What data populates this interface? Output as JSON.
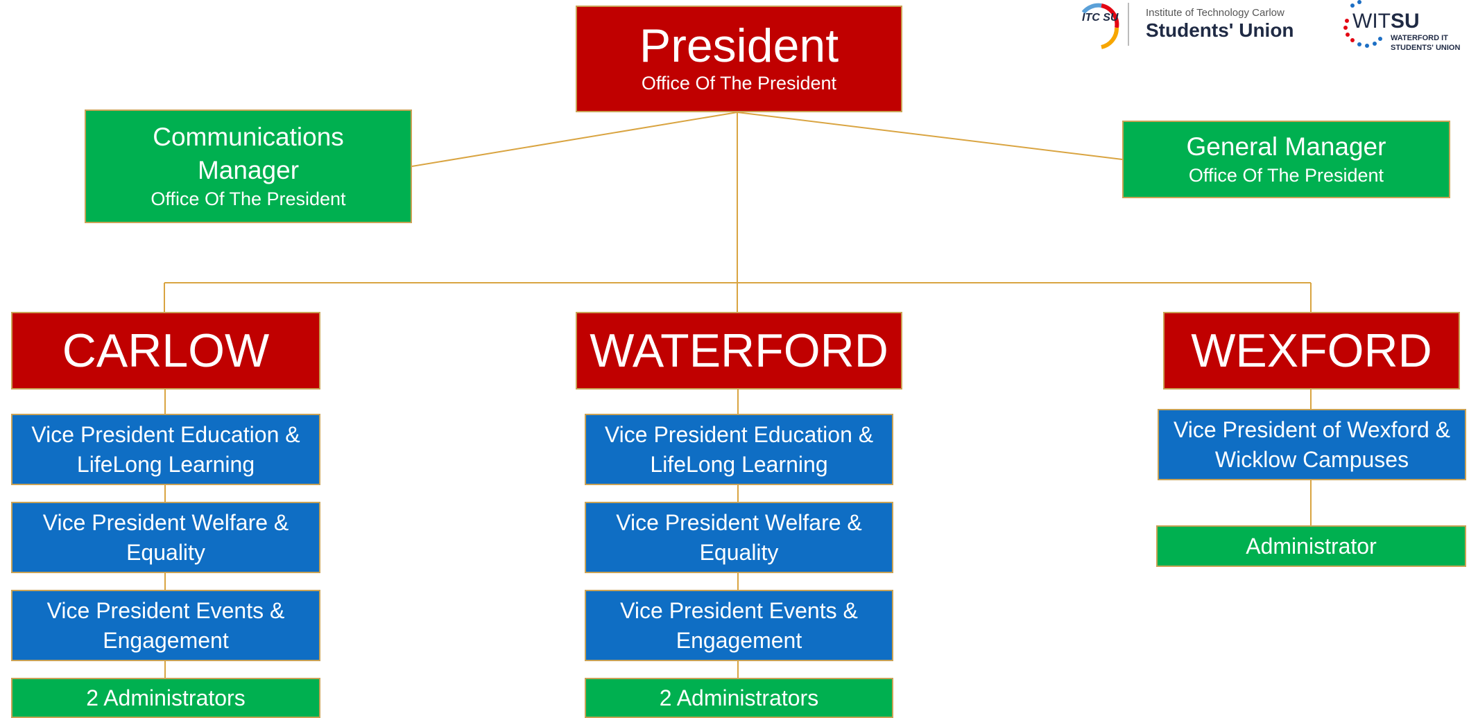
{
  "president": {
    "title": "President",
    "subtitle": "Office Of The President"
  },
  "comms": {
    "title_line1": "Communications",
    "title_line2": "Manager",
    "subtitle": "Office Of The President"
  },
  "gm": {
    "title": "General Manager",
    "subtitle": "Office Of The President"
  },
  "campuses": [
    {
      "name": "CARLOW",
      "roles": [
        "Vice President Education & LifeLong Learning",
        "Vice President Welfare & Equality",
        "Vice President Events & Engagement"
      ],
      "admin": "2 Administrators"
    },
    {
      "name": "WATERFORD",
      "roles": [
        "Vice President Education & LifeLong Learning",
        "Vice President Welfare & Equality",
        "Vice President Events & Engagement"
      ],
      "admin": "2 Administrators"
    },
    {
      "name": "WEXFORD",
      "roles": [
        "Vice President of Wexford & Wicklow Campuses"
      ],
      "admin": "Administrator"
    }
  ],
  "logos": {
    "itcsu": {
      "mark": "ITC SU",
      "line1": "Institute of Technology Carlow",
      "line2": "Students' Union"
    },
    "witsu": {
      "mark_a": "WIT",
      "mark_b": "SU",
      "line1": "WATERFORD IT",
      "line2": "STUDENTS' UNION"
    }
  },
  "colors": {
    "red": "#c00000",
    "green": "#00b050",
    "blue": "#0f6ec4",
    "connector": "#d9a441"
  }
}
